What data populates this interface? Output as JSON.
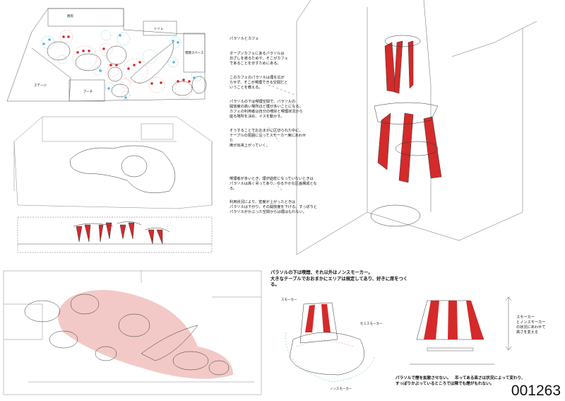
{
  "plan_labels": {
    "kitchen": "厨房",
    "toilet": "トイレ",
    "smoking_space": "喫煙スペース",
    "stage": "ステージ",
    "arch": "アーチ"
  },
  "text_block_1": {
    "title": "パラソルとカフェ",
    "p1": "オープンカフェにあるパラソルは\n日ざしを遮るためや、そこがカフェ\nであることを示すためにある。",
    "p2": "このカフェのパラソルは煙を広が\nらせず、そこが喫煙できる空間だと\nいうことを教える。",
    "p3": "パラソルの下は喫煙空間で、パラソルの\n開放度の高い場所ほど煙が多いことになる。\nカフェの利用者は自分の嗜好と喫煙状況から\n座る場所を決め、イスを動かす。",
    "p4": "そうすることでおおまかに区切られた中に、\nテーブルの周囲に沿ってスモーカー席にあわせた\n席が出来上がっていく。"
  },
  "text_block_2": {
    "p1": "喫煙者が多いとき、煙が過密になっていないときは\nパラソルは高く吊ってあり、ゆるやかな区画構成となる。",
    "p2": "利用状況により、密度が上がったときは\nパラソルは下がり、その開放度を下げる。すっぽりと\nパラソルがかぶった空間からは煙はもれない。"
  },
  "caption_bottom": "パラソルの下は喫煙、それ以外はノンスモーカー。\n大きなテーブルでおおまかにエリアは規定してあり、好きに席をつくる。",
  "zone_labels": {
    "smoker": "スモーカー",
    "semi_smoker": "セミスモーカー",
    "non_smoker": "ノンスモーカー"
  },
  "height_note": "スモーカー\nとノンスモーカー\nの状況にあわせて\n高さを変える",
  "caption_final": "パラソルで煙を拡散させない。　吊ってある高さは状況によって変わり、\nすっぽりかぶっているところでは隣でも煙がもれない。",
  "sheet_number": "001263",
  "colors": {
    "parasol_red": "#d42a2a",
    "smoker_ring": "#e88a8a",
    "nonsmoker_ring": "#5ab7d6",
    "zone_pink": "#f0c0bc"
  }
}
